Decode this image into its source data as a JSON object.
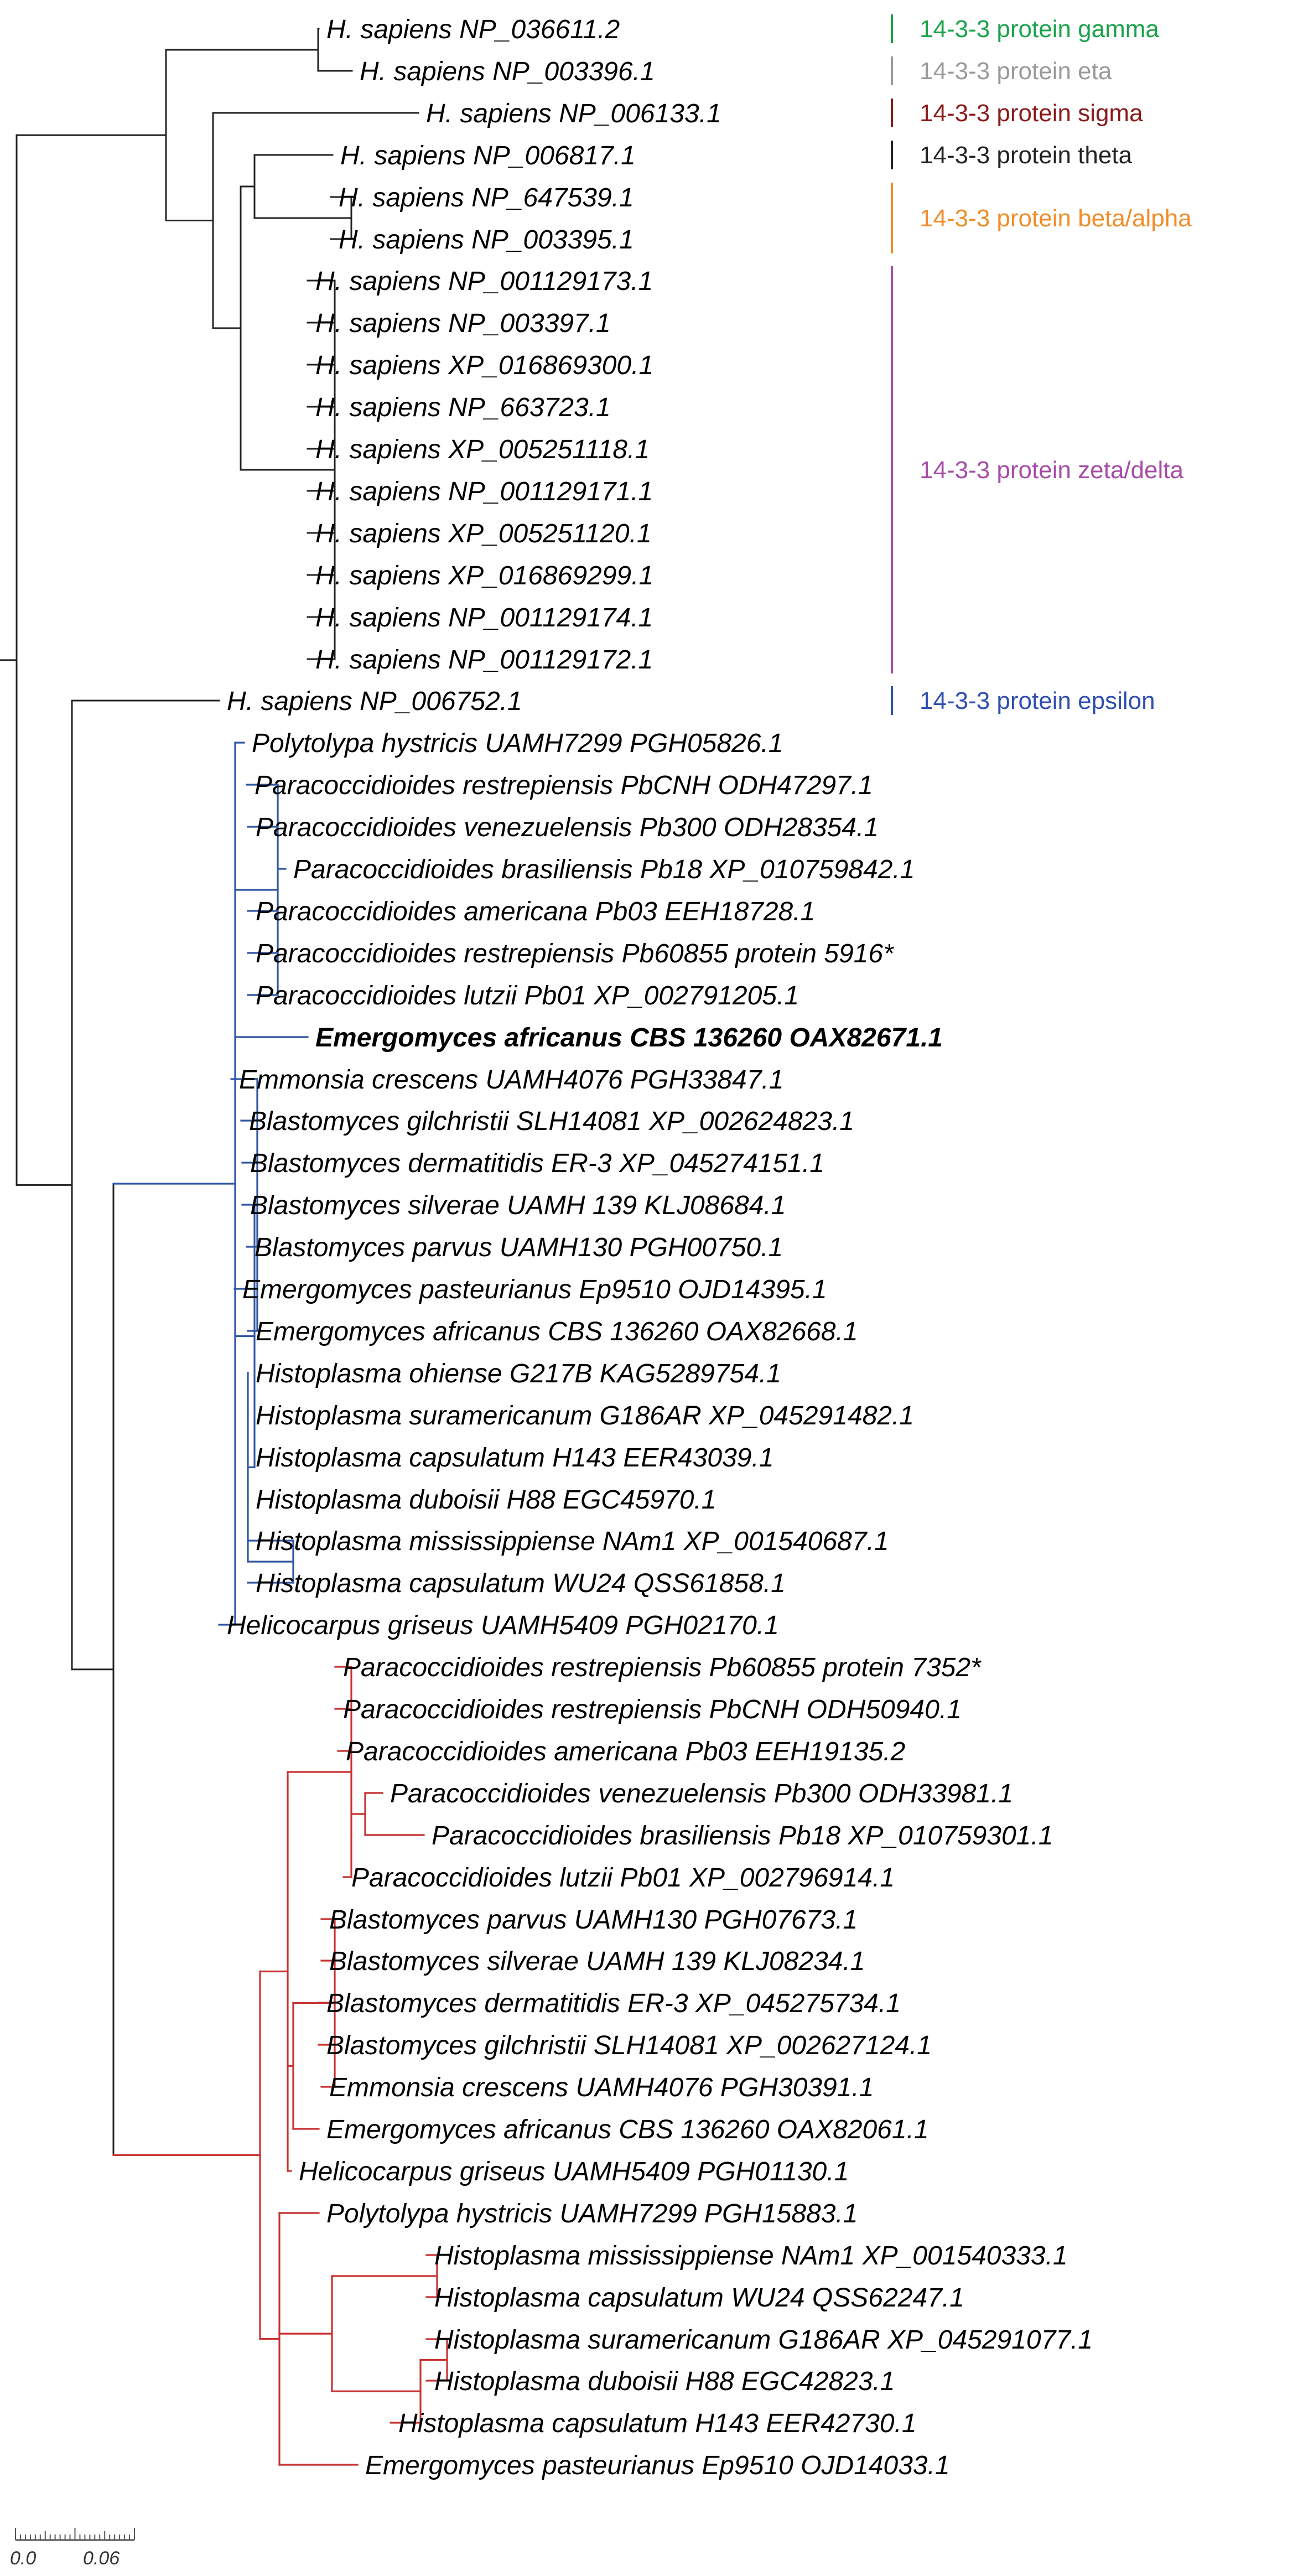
{
  "colors": {
    "black": "#222222",
    "blue": "#2f55a4",
    "red": "#c83232"
  },
  "leaves": [
    {
      "id": "l0",
      "label": "H. sapiens NP_036611.2"
    },
    {
      "id": "l1",
      "label": "H. sapiens NP_003396.1"
    },
    {
      "id": "l2",
      "label": "H. sapiens NP_006133.1"
    },
    {
      "id": "l3",
      "label": "H. sapiens NP_006817.1"
    },
    {
      "id": "l4",
      "label": "H. sapiens NP_647539.1"
    },
    {
      "id": "l5",
      "label": "H. sapiens NP_003395.1"
    },
    {
      "id": "l6",
      "label": "H. sapiens NP_001129173.1"
    },
    {
      "id": "l7",
      "label": "H. sapiens NP_003397.1"
    },
    {
      "id": "l8",
      "label": "H. sapiens XP_016869300.1"
    },
    {
      "id": "l9",
      "label": "H. sapiens NP_663723.1"
    },
    {
      "id": "l10",
      "label": "H. sapiens XP_005251118.1"
    },
    {
      "id": "l11",
      "label": "H. sapiens NP_001129171.1"
    },
    {
      "id": "l12",
      "label": "H. sapiens XP_005251120.1"
    },
    {
      "id": "l13",
      "label": "H. sapiens XP_016869299.1"
    },
    {
      "id": "l14",
      "label": "H. sapiens NP_001129174.1"
    },
    {
      "id": "l15",
      "label": "H. sapiens NP_001129172.1"
    },
    {
      "id": "l16",
      "label": "H. sapiens NP_006752.1"
    },
    {
      "id": "l17",
      "label": "Polytolypa hystricis UAMH7299 PGH05826.1"
    },
    {
      "id": "l18",
      "label": "Paracoccidioides restrepiensis PbCNH ODH47297.1"
    },
    {
      "id": "l19",
      "label": "Paracoccidioides venezuelensis Pb300 ODH28354.1"
    },
    {
      "id": "l20",
      "label": "Paracoccidioides brasiliensis Pb18 XP_010759842.1"
    },
    {
      "id": "l21",
      "label": "Paracoccidioides americana Pb03 EEH18728.1"
    },
    {
      "id": "l22",
      "label": "Paracoccidioides restrepiensis Pb60855 protein 5916*"
    },
    {
      "id": "l23",
      "label": "Paracoccidioides lutzii Pb01 XP_002791205.1"
    },
    {
      "id": "l24",
      "label": "Emergomyces africanus CBS 136260 OAX82671.1",
      "bold": true
    },
    {
      "id": "l25",
      "label": "Emmonsia crescens UAMH4076 PGH33847.1"
    },
    {
      "id": "l26",
      "label": "Blastomyces gilchristii SLH14081 XP_002624823.1"
    },
    {
      "id": "l27",
      "label": "Blastomyces dermatitidis ER-3 XP_045274151.1"
    },
    {
      "id": "l28",
      "label": "Blastomyces silverae UAMH 139 KLJ08684.1"
    },
    {
      "id": "l29",
      "label": "Blastomyces parvus UAMH130 PGH00750.1"
    },
    {
      "id": "l30",
      "label": "Emergomyces pasteurianus Ep9510 OJD14395.1"
    },
    {
      "id": "l31",
      "label": "Emergomyces africanus CBS 136260 OAX82668.1"
    },
    {
      "id": "l32",
      "label": "Histoplasma ohiense G217B KAG5289754.1"
    },
    {
      "id": "l33",
      "label": "Histoplasma suramericanum G186AR XP_045291482.1"
    },
    {
      "id": "l34",
      "label": "Histoplasma capsulatum H143 EER43039.1"
    },
    {
      "id": "l35",
      "label": "Histoplasma duboisii H88 EGC45970.1"
    },
    {
      "id": "l36",
      "label": "Histoplasma mississippiense NAm1 XP_001540687.1"
    },
    {
      "id": "l37",
      "label": "Histoplasma capsulatum WU24 QSS61858.1"
    },
    {
      "id": "l38",
      "label": "Helicocarpus griseus UAMH5409 PGH02170.1"
    },
    {
      "id": "l39",
      "label": "Paracoccidioides restrepiensis Pb60855 protein 7352*"
    },
    {
      "id": "l40",
      "label": "Paracoccidioides restrepiensis PbCNH ODH50940.1"
    },
    {
      "id": "l41",
      "label": "Paracoccidioides americana Pb03 EEH19135.2"
    },
    {
      "id": "l42",
      "label": "Paracoccidioides venezuelensis Pb300 ODH33981.1"
    },
    {
      "id": "l43",
      "label": "Paracoccidioides brasiliensis Pb18 XP_010759301.1"
    },
    {
      "id": "l44",
      "label": "Paracoccidioides lutzii Pb01 XP_002796914.1"
    },
    {
      "id": "l45",
      "label": "Blastomyces parvus UAMH130 PGH07673.1"
    },
    {
      "id": "l46",
      "label": "Blastomyces silverae UAMH 139 KLJ08234.1"
    },
    {
      "id": "l47",
      "label": "Blastomyces dermatitidis ER-3 XP_045275734.1"
    },
    {
      "id": "l48",
      "label": "Blastomyces gilchristii SLH14081 XP_002627124.1"
    },
    {
      "id": "l49",
      "label": "Emmonsia crescens UAMH4076 PGH30391.1"
    },
    {
      "id": "l50",
      "label": "Emergomyces africanus CBS 136260 OAX82061.1"
    },
    {
      "id": "l51",
      "label": "Helicocarpus griseus UAMH5409 PGH01130.1"
    },
    {
      "id": "l52",
      "label": "Polytolypa hystricis UAMH7299 PGH15883.1"
    },
    {
      "id": "l53",
      "label": "Histoplasma mississippiense NAm1 XP_001540333.1"
    },
    {
      "id": "l54",
      "label": "Histoplasma capsulatum WU24 QSS62247.1"
    },
    {
      "id": "l55",
      "label": "Histoplasma suramericanum G186AR XP_045291077.1"
    },
    {
      "id": "l56",
      "label": "Histoplasma duboisii H88 EGC42823.1"
    },
    {
      "id": "l57",
      "label": "Histoplasma capsulatum H143 EER42730.1"
    },
    {
      "id": "l58",
      "label": "Emergomyces pasteurianus Ep9510 OJD14033.1"
    }
  ],
  "clade_labels": [
    {
      "id": "c0",
      "label": "14-3-3 protein gamma",
      "color": "#1aa34a"
    },
    {
      "id": "c1",
      "label": "14-3-3 protein eta",
      "color": "#9a9a9a"
    },
    {
      "id": "c2",
      "label": "14-3-3 protein sigma",
      "color": "#8b1a1a"
    },
    {
      "id": "c3",
      "label": "14-3-3 protein theta",
      "color": "#222222"
    },
    {
      "id": "c4",
      "label": "14-3-3 protein beta/alpha",
      "color": "#f28c28"
    },
    {
      "id": "c5",
      "label": "14-3-3 protein zeta/delta",
      "color": "#a64ca6"
    },
    {
      "id": "c6",
      "label": "14-3-3 protein epsilon",
      "color": "#2f4fb0"
    }
  ],
  "scale_bar": {
    "tick_left": "0.0",
    "tick_right": "0.06"
  }
}
